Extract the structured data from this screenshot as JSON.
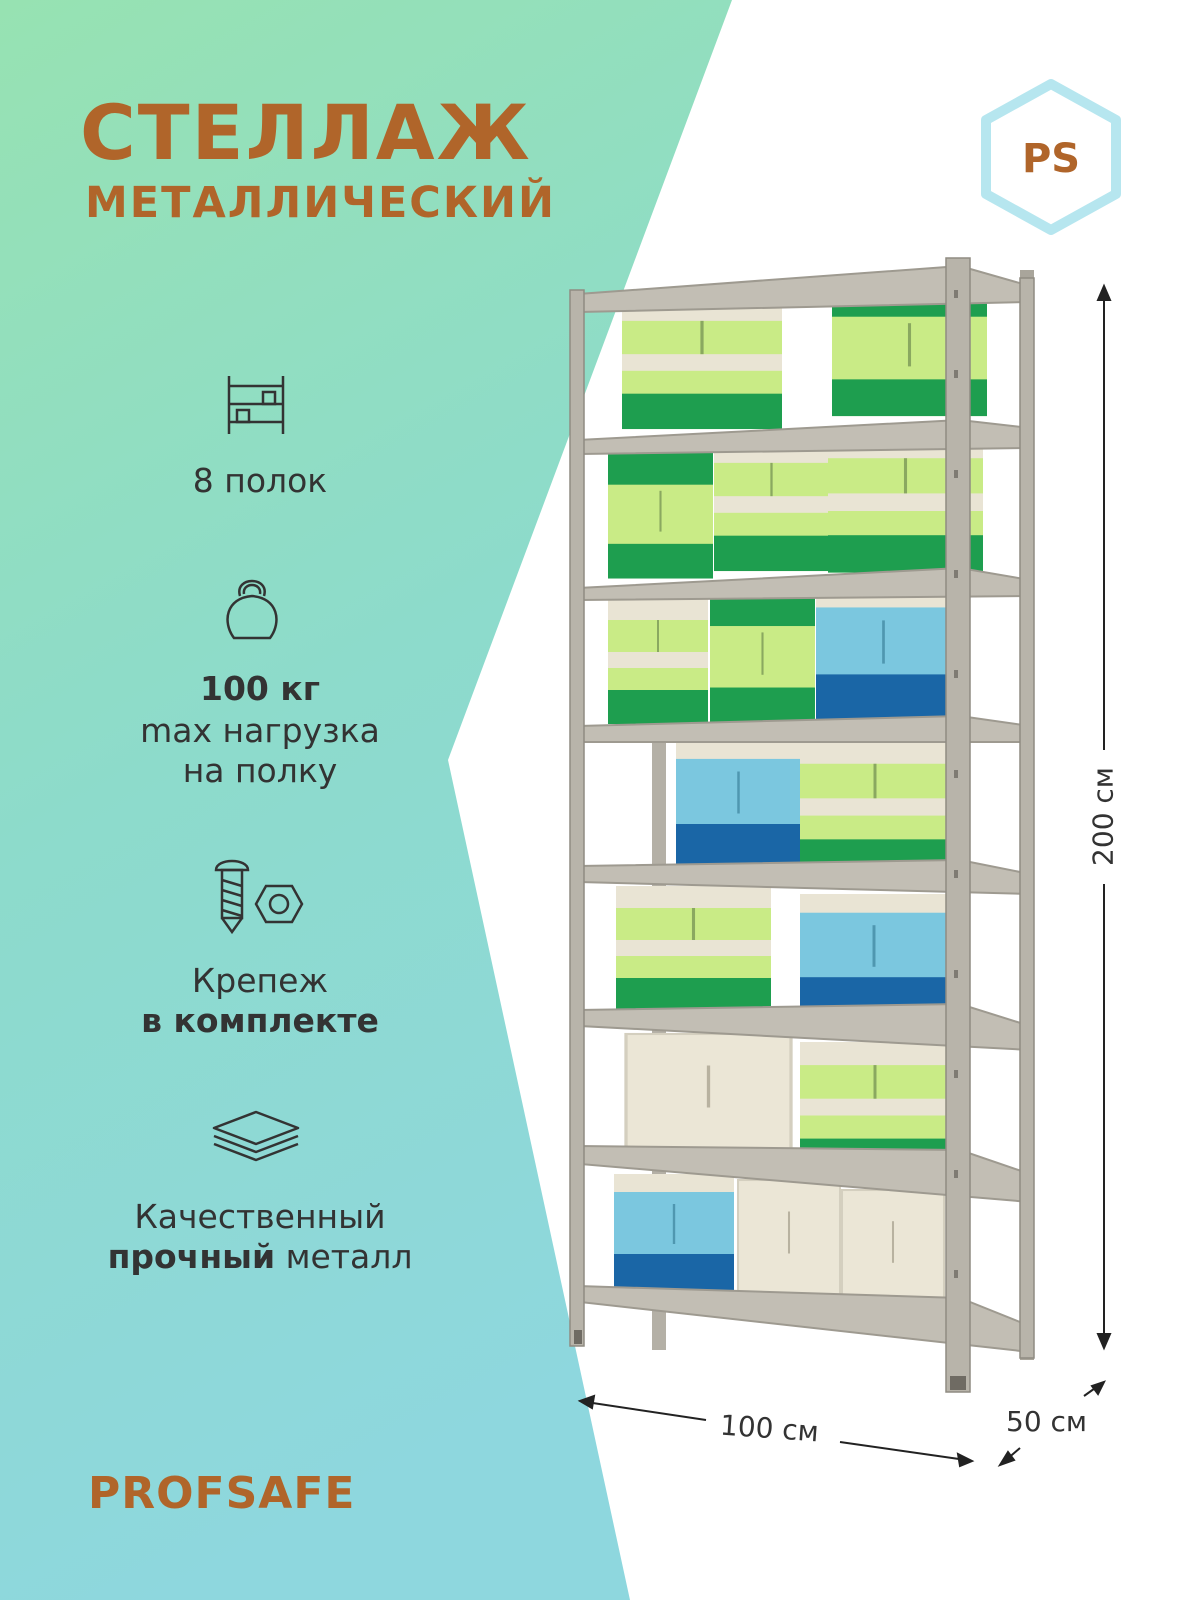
{
  "title": {
    "line1": "СТЕЛЛАЖ",
    "line2": "МЕТАЛЛИЧЕСКИЙ"
  },
  "logo": {
    "text": "PS"
  },
  "features": {
    "shelves": {
      "text": "8 полок",
      "icon": "shelf-icon"
    },
    "load": {
      "value": "100 кг",
      "line2": "max нагрузка",
      "line3": "на полку",
      "icon": "kettlebell-icon"
    },
    "fasteners": {
      "line1": "Крепеж",
      "line2": "в комплекте",
      "icon": "bolt-nut-icon"
    },
    "metal": {
      "line1": "Качественный",
      "bold": "прочный",
      "rest": " металл",
      "icon": "layers-icon"
    }
  },
  "brand": "PROFSAFE",
  "dimensions": {
    "height": "200 см",
    "width": "100 см",
    "depth": "50 см"
  },
  "colors": {
    "accent": "#b0652a",
    "bg_top": "#93e0b3",
    "bg_bottom": "#8ed6dd",
    "logo_border": "#b6e6ef"
  }
}
